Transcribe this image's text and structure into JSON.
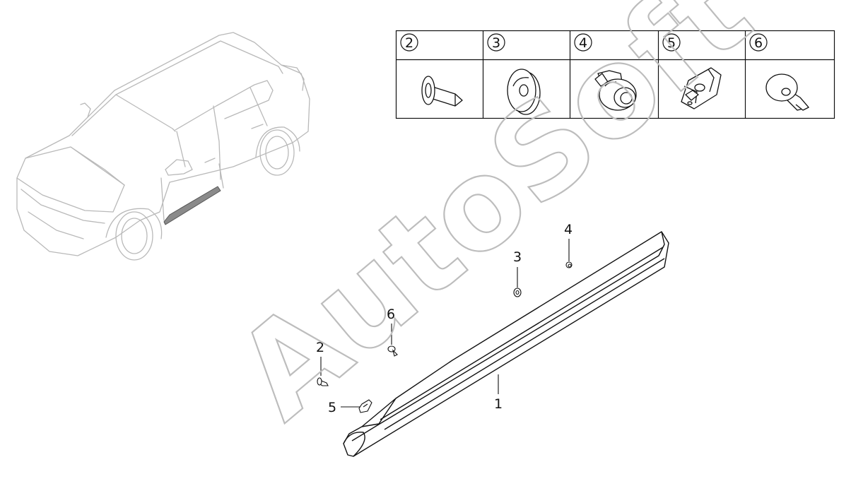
{
  "watermark": "AutoSoft",
  "table": {
    "cells": [
      {
        "label": "2",
        "icon": "bolt-icon"
      },
      {
        "label": "3",
        "icon": "grommet-icon"
      },
      {
        "label": "4",
        "icon": "push-clip-icon"
      },
      {
        "label": "5",
        "icon": "spring-clip-icon"
      },
      {
        "label": "6",
        "icon": "rivet-icon"
      }
    ]
  },
  "callouts": {
    "p1": "1",
    "p2": "2",
    "p3": "3",
    "p4": "4",
    "p5": "5",
    "p6": "6"
  },
  "colors": {
    "line": "#111111",
    "car": "#b9b9b9",
    "highlight": "#8a8a8a",
    "watermark": "#bdbdbd"
  }
}
